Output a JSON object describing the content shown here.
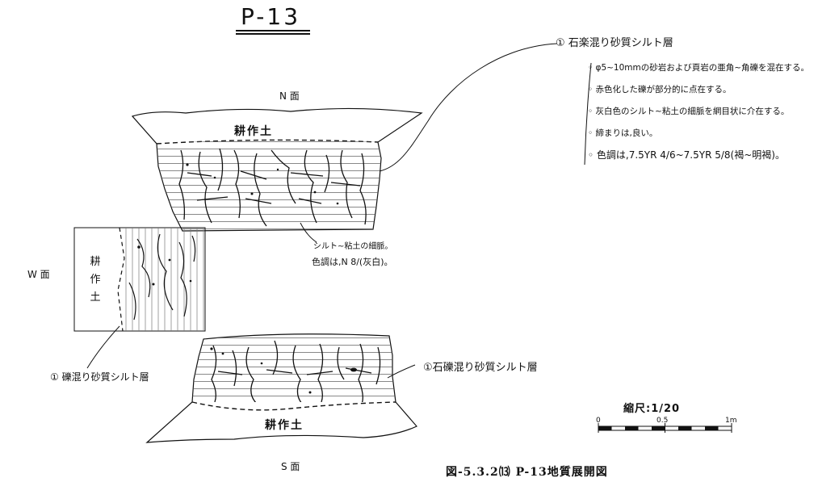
{
  "sheet_title": "P-13",
  "faces": {
    "north": {
      "label": "N 面",
      "plow_layer": "耕作土"
    },
    "west": {
      "label": "W 面",
      "plow_layer": "耕作土"
    },
    "south": {
      "label": "S 面",
      "plow_layer": "耕作土"
    }
  },
  "layer_notes": {
    "title": "① 石楽混り砂質シルト層",
    "items": [
      "φ5~10mmの砂岩および頁岩の亜角~角礫を混在する。",
      "赤色化した礫が部分的に点在する。",
      "灰白色のシルト~粘土の細脈を網目状に介在する。",
      "締まりは,良い。",
      "色調は,7.5YR 4/6~7.5YR 5/8(褐~明褐)。"
    ]
  },
  "vein_callout": {
    "line1": "シルト~粘土の細脈。",
    "line2": "色調は,N 8/(灰白)。"
  },
  "layer_label_left": "① 礫混り砂質シルト層",
  "layer_label_right": "①石礫混り砂質シルト層",
  "scale": {
    "title": "縮尺:1/20",
    "ticks": [
      "0",
      "0.5",
      "1m"
    ]
  },
  "caption": "図-5.3.2⒀  P-13地質展開図"
}
